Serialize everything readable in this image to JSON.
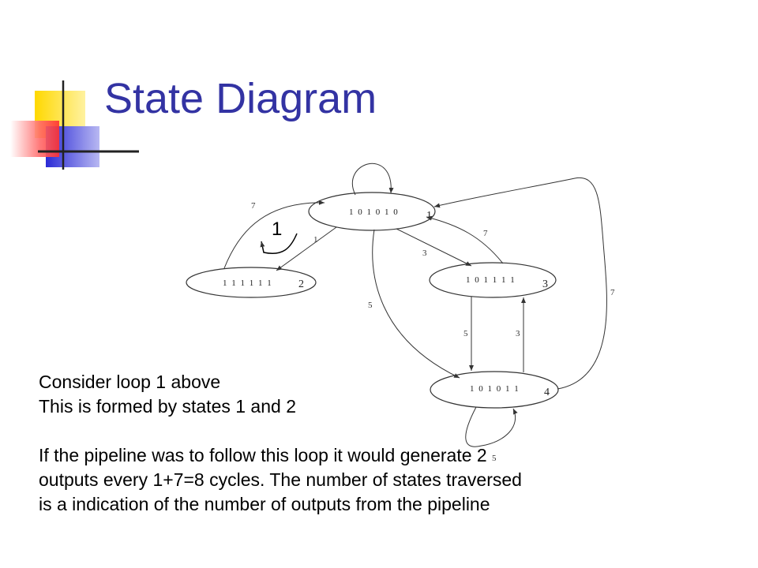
{
  "slide": {
    "title": "State Diagram"
  },
  "diagram": {
    "states": [
      {
        "id": 1,
        "code": "1 0 1 0 1 0",
        "number": "1"
      },
      {
        "id": 2,
        "code": "1 1 1 1 1 1",
        "number": "2"
      },
      {
        "id": 3,
        "code": "1 0 1 1 1 1",
        "number": "3"
      },
      {
        "id": 4,
        "code": "1 0 1 0 1 1",
        "number": "4"
      }
    ],
    "edge_labels": {
      "s2_to_s1": "7",
      "s1_to_s2": "1",
      "s1_to_s3": "3",
      "s3_to_s1": "7",
      "s1_to_s4": "5",
      "s3_to_s4": "5",
      "s4_to_s3": "3",
      "s4_to_s1": "7",
      "s4_self": "5"
    },
    "loop_annotation": "1"
  },
  "body": {
    "line1": "Consider loop 1 above",
    "line2": "This is formed by states 1 and 2",
    "line3": "If the pipeline was to follow this loop it would generate 2",
    "line4": "outputs every 1+7=8 cycles. The number of states traversed",
    "line5": "is a indication of the number of outputs from the pipeline"
  }
}
